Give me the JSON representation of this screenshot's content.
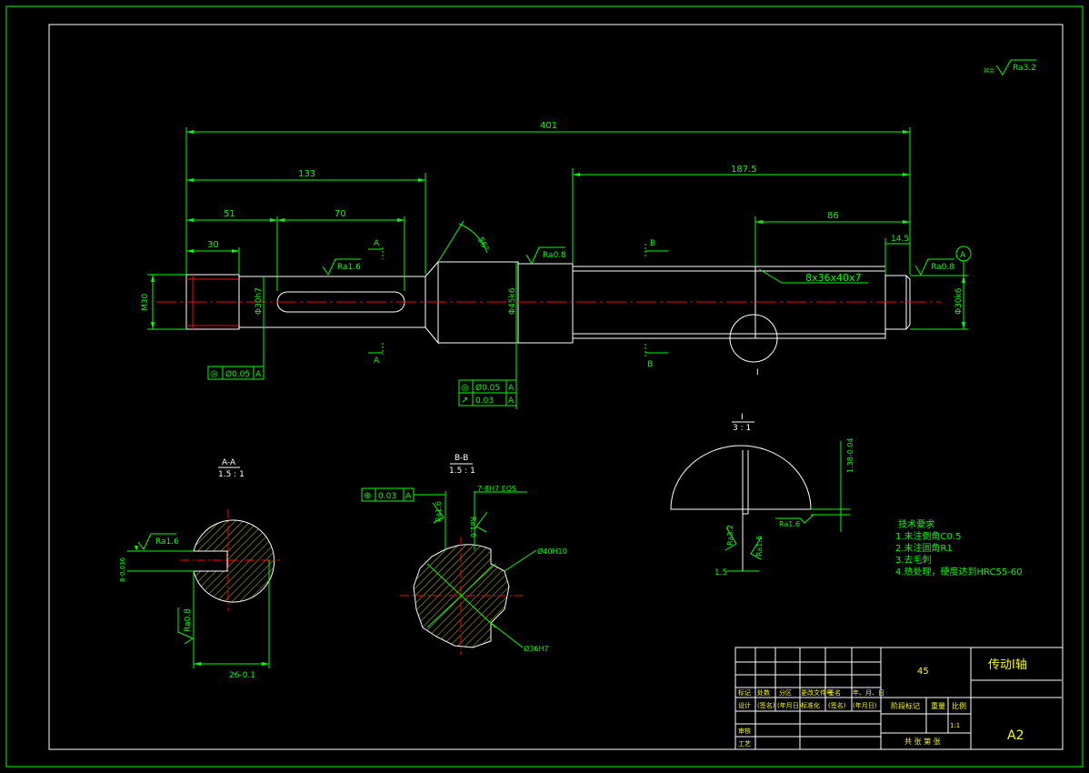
{
  "sheet": {
    "surface_roughness_rest": "Ra3.2",
    "surface_roughness_rest_prefix": "其余",
    "datum_a": "A"
  },
  "dimensions": {
    "overall_length": "401",
    "len_133": "133",
    "len_187_5": "187.5",
    "len_51": "51",
    "len_70": "70",
    "len_30": "30",
    "len_86": "86",
    "len_14_5": "14.5",
    "angle_56": "56°",
    "thread_m30": "M30",
    "dia_30h7": "Φ30h7",
    "dia_45k6": "Φ45k6",
    "dia_30k6": "Φ30k6",
    "spline_spec": "8x36x40x7",
    "ra_1_6": "Ra1.6",
    "ra_0_8_mid": "Ra0.8",
    "ra_0_8_right": "Ra0.8"
  },
  "section_marks": {
    "a_top": "A",
    "a_bottom": "A",
    "b_top": "B",
    "b_bottom": "B",
    "detail_i": "I"
  },
  "tolerance_frames": {
    "coaxial_left": {
      "symbol": "◎",
      "value": "Ø0.05",
      "datum": "A"
    },
    "coaxial_mid": {
      "symbol": "◎",
      "value": "Ø0.05",
      "datum": "A"
    },
    "runout_mid": {
      "symbol": "↗",
      "value": "0.03",
      "datum": "A"
    },
    "position_bb": {
      "symbol": "⊕",
      "value": "0.03",
      "datum": "A"
    }
  },
  "section_aa": {
    "title": "A-A",
    "scale": "1.5 : 1",
    "ra_top": "Ra1.6",
    "ra_bottom": "Ra0.8",
    "key_width": "8-0.036",
    "key_width_tol": "0",
    "depth": "26-0.1",
    "depth_tol": "0"
  },
  "section_bb": {
    "title": "B-B",
    "scale": "1.5 : 1",
    "spline_fit": "7-8H7 EQS",
    "ra_a": "Ra1.6",
    "ra_b": "Ra1.6",
    "outer_dia": "Ø40H10",
    "inner_dia": "Ø36H7"
  },
  "detail_i": {
    "title": "I",
    "scale": "3 : 1",
    "depth": "1.38-0.04",
    "depth_tol": "0",
    "ra_left": "Ra3.2",
    "ra_right": "Ra1.6",
    "ra_bottom": "Ra1.6",
    "width": "1.5"
  },
  "tech_notes": {
    "heading": "技术要求",
    "items": [
      "1.未注倒角C0.5",
      "2.未注圆角R1",
      "3.去毛刺",
      "4.热处理，硬度达到HRC55-60"
    ]
  },
  "title_block": {
    "material": "45",
    "part_name": "传动I轴",
    "sheet_size": "A2",
    "scale": "1:1",
    "header_row": [
      "标记",
      "处数",
      "分区",
      "更改文件号",
      "签名",
      "年、月、日"
    ],
    "design_row": [
      "设计",
      "(签名)",
      "(年月日)",
      "标准化",
      "(签名)",
      "(年月日)"
    ],
    "stage_label": "阶段标记",
    "weight_label": "重量",
    "ratio_label": "比例",
    "review": "审核",
    "process": "工艺",
    "sheets": "共  张  第  张"
  }
}
